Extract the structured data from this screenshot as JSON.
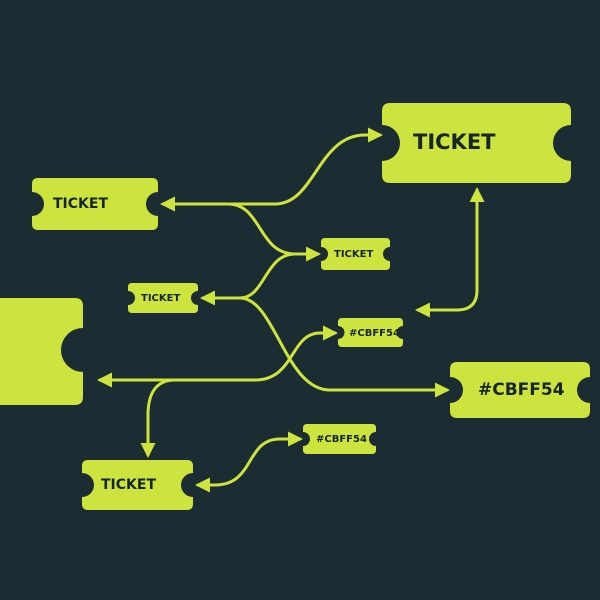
{
  "colors": {
    "background": "#1b2d33",
    "accent": "#cde43e",
    "text": "#16262b"
  },
  "tickets": [
    {
      "id": "ticket-big-top-right",
      "label": "TICKET"
    },
    {
      "id": "ticket-left-upper",
      "label": "TICKET"
    },
    {
      "id": "ticket-small-center",
      "label": "TICKET"
    },
    {
      "id": "ticket-small-left",
      "label": "TICKET"
    },
    {
      "id": "ticket-small-hex-upper",
      "label": "#CBFF54"
    },
    {
      "id": "ticket-partial-left",
      "label": ""
    },
    {
      "id": "ticket-big-hex",
      "label": "#CBFF54"
    },
    {
      "id": "ticket-small-hex-lower",
      "label": "#CBFF54"
    },
    {
      "id": "ticket-bottom-left",
      "label": "TICKET"
    }
  ],
  "connectors": [
    {
      "from": "ticket-left-upper",
      "to": "ticket-big-top-right",
      "type": "bidirectional"
    },
    {
      "from": "ticket-left-upper-branch",
      "to": "ticket-small-center",
      "type": "arrow"
    },
    {
      "from": "ticket-small-left",
      "to": "ticket-small-center",
      "type": "arrow"
    },
    {
      "from": "ticket-small-left",
      "to": "ticket-big-hex",
      "type": "arrow"
    },
    {
      "from": "ticket-partial-left",
      "to": "ticket-small-hex-upper",
      "type": "bidirectional"
    },
    {
      "from": "ticket-partial-left-branch",
      "to": "ticket-bottom-left",
      "type": "arrow"
    },
    {
      "from": "ticket-big-top-right",
      "to": "ticket-small-hex-upper-right",
      "type": "bidirectional"
    },
    {
      "from": "ticket-bottom-left",
      "to": "ticket-small-hex-lower",
      "type": "bidirectional"
    }
  ]
}
